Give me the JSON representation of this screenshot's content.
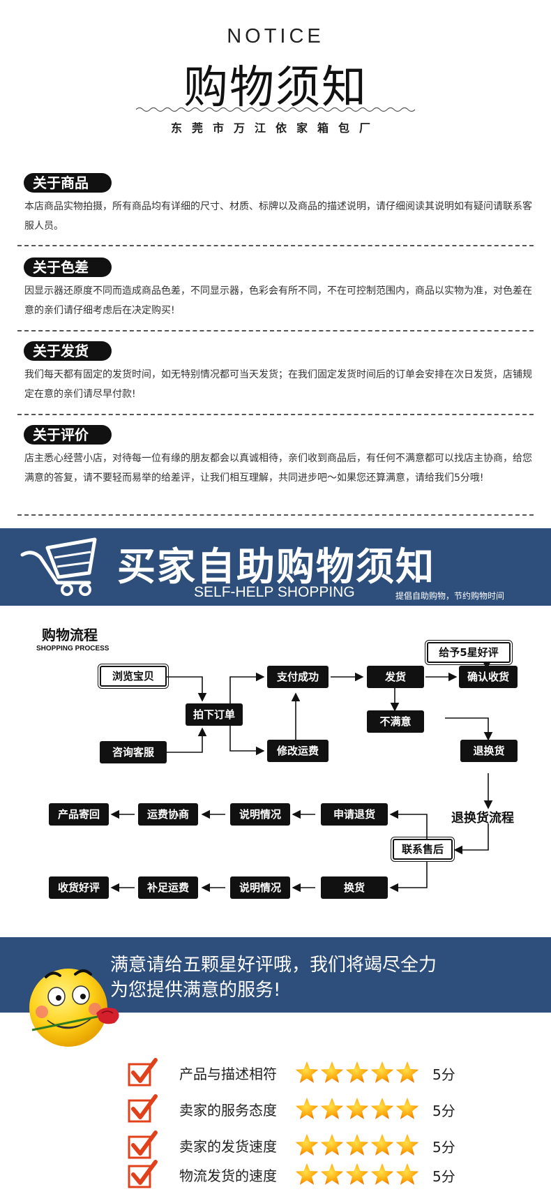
{
  "header": {
    "notice": "NOTICE",
    "title": "购物须知",
    "company": "东莞市万江依家箱包厂"
  },
  "sections": [
    {
      "badge": "关于商品",
      "text": "本店商品实物拍摄，所有商品均有详细的尺寸、材质、标牌以及商品的描述说明，请仔细阅读其说明如有疑问请联系客服人员。"
    },
    {
      "badge": "关于色差",
      "text": "因显示器还原度不同而造成商品色差，不同显示器，色彩会有所不同，不在可控制范围内，商品以实物为准，对色差在意的亲们请仔细考虑后在决定购买!"
    },
    {
      "badge": "关于发货",
      "text": "我们每天都有固定的发货时间，如无特别情况都可当天发货；在我们固定发货时间后的订单会安排在次日发货，店铺规定在意的亲们请尽早付款!"
    },
    {
      "badge": "关于评价",
      "text": "店主悉心经营小店，对待每一位有缘的朋友都会以真诚相待，亲们收到商品后，有任何不满意都可以找店主协商，给您满意的答复，请不要轻而易举的给差评，让我们相互理解，共同进步吧～如果您还算满意，请给我们5分哦!"
    }
  ],
  "banner": {
    "title": "买家自助购物须知",
    "subtitle": "SELF-HELP SHOPPING",
    "tagline": "提倡自助购物，节约购物时间"
  },
  "process": {
    "title": "购物流程",
    "subtitle": "SHOPPING PROCESS",
    "nodes": {
      "browse": "浏览宝贝",
      "consult": "咨询客服",
      "order": "拍下订单",
      "paid": "支付成功",
      "modify": "修改运费",
      "ship": "发货",
      "unsatisfied": "不满意",
      "confirm": "确认收货",
      "five_star": "给予5星好评",
      "return": "退换货",
      "return_flow": "退换货流程",
      "after_sale": "联系售后",
      "apply_refund": "申请退货",
      "explain1": "说明情况",
      "ship_nego": "运费协商",
      "send_back": "产品寄回",
      "exchange": "换货",
      "explain2": "说明情况",
      "pay_ship": "补足运费",
      "receive_review": "收货好评"
    }
  },
  "rating": {
    "message_line1": "满意请给五颗星好评哦，我们将竭尽全力",
    "message_line2": "为您提供满意的服务!",
    "rows": [
      {
        "label": "产品与描述相符",
        "stars": 5,
        "score": "5分"
      },
      {
        "label": "卖家的服务态度",
        "stars": 5,
        "score": "5分"
      },
      {
        "label": "卖家的发货速度",
        "stars": 5,
        "score": "5分"
      },
      {
        "label": "物流发货的速度",
        "stars": 5,
        "score": "5分"
      }
    ]
  }
}
